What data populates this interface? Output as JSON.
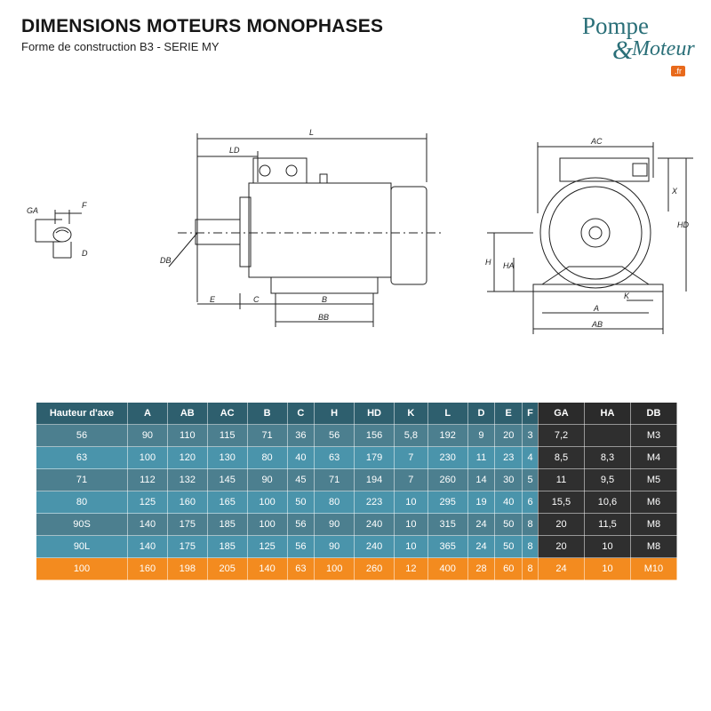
{
  "header": {
    "title": "DIMENSIONS MOTEURS MONOPHASES",
    "subtitle": "Forme de construction B3 - SERIE MY"
  },
  "logo": {
    "line1": "Pompe",
    "amp": "&",
    "line2": "Moteur",
    "badge": ".fr"
  },
  "drawing_labels": {
    "L": "L",
    "LD": "LD",
    "DB": "DB",
    "E": "E",
    "C": "C",
    "B": "B",
    "BB": "BB",
    "GA": "GA",
    "F": "F",
    "D": "D",
    "AC": "AC",
    "X": "X",
    "HD": "HD",
    "H": "H",
    "HA": "HA",
    "K": "K",
    "A": "A",
    "AB": "AB"
  },
  "colors": {
    "header_teal": "#2e5f6e",
    "row_dark_teal": "#4c7f8f",
    "row_light_teal": "#4a94ab",
    "dark_columns": "#2f2f2f",
    "highlight_row": "#f38b1f"
  },
  "table": {
    "columns": [
      "Hauteur d'axe",
      "A",
      "AB",
      "AC",
      "B",
      "C",
      "H",
      "HD",
      "K",
      "L",
      "D",
      "E",
      "F",
      "GA",
      "HA",
      "DB"
    ],
    "rows": [
      [
        "56",
        "90",
        "110",
        "115",
        "71",
        "36",
        "56",
        "156",
        "5,8",
        "192",
        "9",
        "20",
        "3",
        "7,2",
        "",
        "M3"
      ],
      [
        "63",
        "100",
        "120",
        "130",
        "80",
        "40",
        "63",
        "179",
        "7",
        "230",
        "11",
        "23",
        "4",
        "8,5",
        "8,3",
        "M4"
      ],
      [
        "71",
        "112",
        "132",
        "145",
        "90",
        "45",
        "71",
        "194",
        "7",
        "260",
        "14",
        "30",
        "5",
        "11",
        "9,5",
        "M5"
      ],
      [
        "80",
        "125",
        "160",
        "165",
        "100",
        "50",
        "80",
        "223",
        "10",
        "295",
        "19",
        "40",
        "6",
        "15,5",
        "10,6",
        "M6"
      ],
      [
        "90S",
        "140",
        "175",
        "185",
        "100",
        "56",
        "90",
        "240",
        "10",
        "315",
        "24",
        "50",
        "8",
        "20",
        "11,5",
        "M8"
      ],
      [
        "90L",
        "140",
        "175",
        "185",
        "125",
        "56",
        "90",
        "240",
        "10",
        "365",
        "24",
        "50",
        "8",
        "20",
        "10",
        "M8"
      ],
      [
        "100",
        "160",
        "198",
        "205",
        "140",
        "63",
        "100",
        "260",
        "12",
        "400",
        "28",
        "60",
        "8",
        "24",
        "10",
        "M10"
      ]
    ]
  }
}
